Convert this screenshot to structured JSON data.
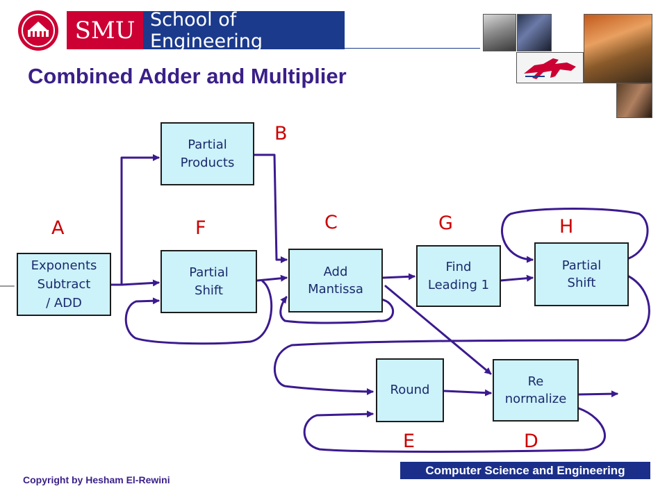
{
  "header": {
    "logo_left": "SMU",
    "logo_right": "School of Engineering"
  },
  "title": "Combined Adder and Multiplier",
  "blocks": {
    "exponents": "Exponents\nSubtract\n/ ADD",
    "partial_products": "Partial\nProducts",
    "partial_shift_1": "Partial\nShift",
    "add_mantissa": "Add\nMantissa",
    "find_leading": "Find\nLeading 1",
    "partial_shift_2": "Partial\nShift",
    "round": "Round",
    "renormalize": "Re\nnormalize"
  },
  "stages": {
    "A": "A",
    "B": "B",
    "C": "C",
    "D": "D",
    "E": "E",
    "F": "F",
    "G": "G",
    "H": "H"
  },
  "colors": {
    "block_fill": "#ccf2fa",
    "connector": "#3b1a8f",
    "stage_label": "#cc0000",
    "title": "#3a1f88",
    "banner_red": "#cc0033",
    "banner_blue": "#1b3a8c"
  },
  "footer": {
    "copyright": "Copyright by Hesham El-Rewini",
    "department": "Computer Science and Engineering"
  }
}
